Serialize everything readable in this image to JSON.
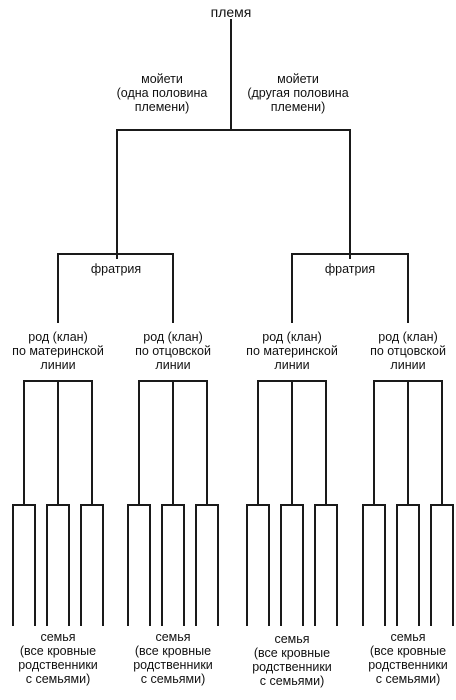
{
  "root": {
    "label": "племя"
  },
  "moieties": [
    {
      "lines": [
        "мойети",
        "(одна половина",
        "племени)"
      ]
    },
    {
      "lines": [
        "мойети",
        "(другая половина",
        "племени)"
      ]
    }
  ],
  "phratries": [
    {
      "label": "фратрия"
    },
    {
      "label": "фратрия"
    }
  ],
  "clans": [
    {
      "lines": [
        "род (клан)",
        "по материнской",
        "линии"
      ]
    },
    {
      "lines": [
        "род (клан)",
        "по отцовской",
        "линии"
      ]
    },
    {
      "lines": [
        "род (клан)",
        "по материнской",
        "линии"
      ]
    },
    {
      "lines": [
        "род (клан)",
        "по отцовской",
        "линии"
      ]
    }
  ],
  "families": [
    {
      "lines": [
        "семья",
        "(все кровные",
        "родственники",
        "с семьями)"
      ]
    },
    {
      "lines": [
        "семья",
        "(все кровные",
        "родственники",
        "с семьями)"
      ]
    },
    {
      "lines": [
        "семья",
        "(все кровные",
        "родственники",
        "с семьями)"
      ]
    },
    {
      "lines": [
        "семья",
        "(все кровные",
        "родственники",
        "с семьями)"
      ]
    }
  ],
  "colors": {
    "line": "#1a1a1a",
    "text": "#111111"
  }
}
